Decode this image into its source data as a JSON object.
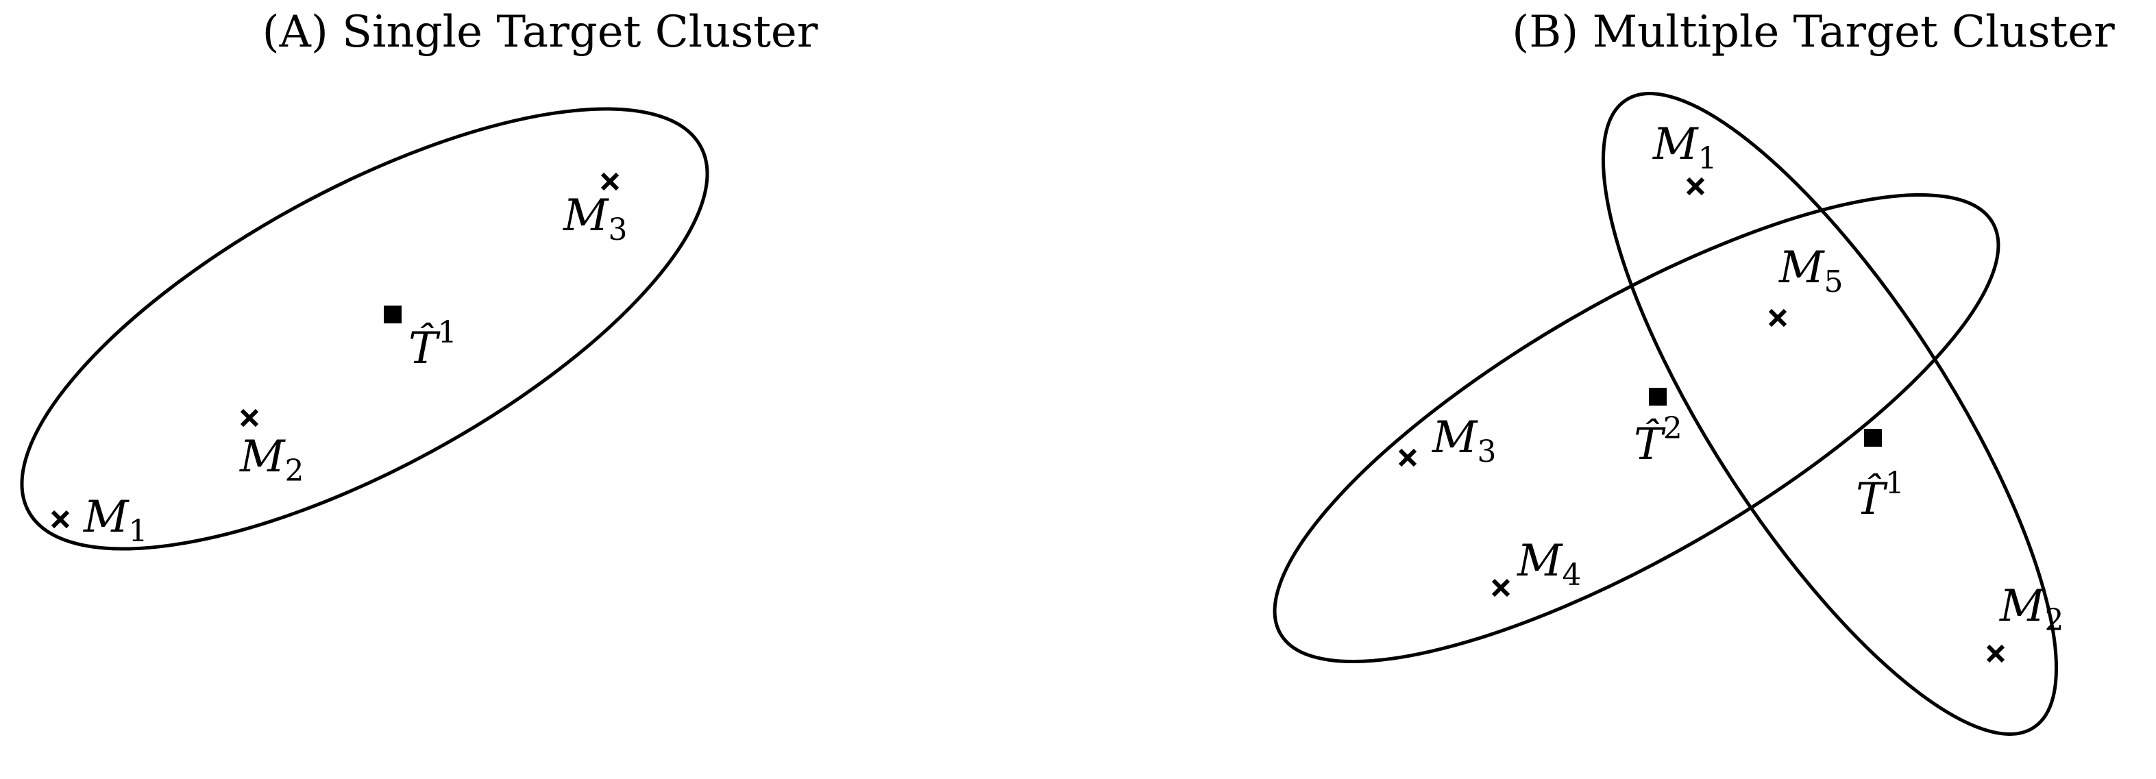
{
  "panels": [
    {
      "id": "a",
      "title": "(A) Single Target Cluster",
      "points": [
        {
          "base": "M",
          "sub": "1",
          "kind": "member"
        },
        {
          "base": "M",
          "sub": "2",
          "kind": "member"
        },
        {
          "base": "M",
          "sub": "3",
          "kind": "member"
        },
        {
          "base": "T̂",
          "sup": "1",
          "kind": "target"
        }
      ]
    },
    {
      "id": "b",
      "title": "(B) Multiple Target Cluster",
      "points": [
        {
          "base": "M",
          "sub": "1",
          "kind": "member"
        },
        {
          "base": "M",
          "sub": "2",
          "kind": "member"
        },
        {
          "base": "M",
          "sub": "3",
          "kind": "member"
        },
        {
          "base": "M",
          "sub": "4",
          "kind": "member"
        },
        {
          "base": "M",
          "sub": "5",
          "kind": "member"
        },
        {
          "base": "T̂",
          "sup": "2",
          "kind": "target"
        },
        {
          "base": "T̂",
          "sup": "1",
          "kind": "target"
        }
      ]
    }
  ],
  "colors": {
    "stroke": "#000000",
    "background": "#ffffff"
  }
}
